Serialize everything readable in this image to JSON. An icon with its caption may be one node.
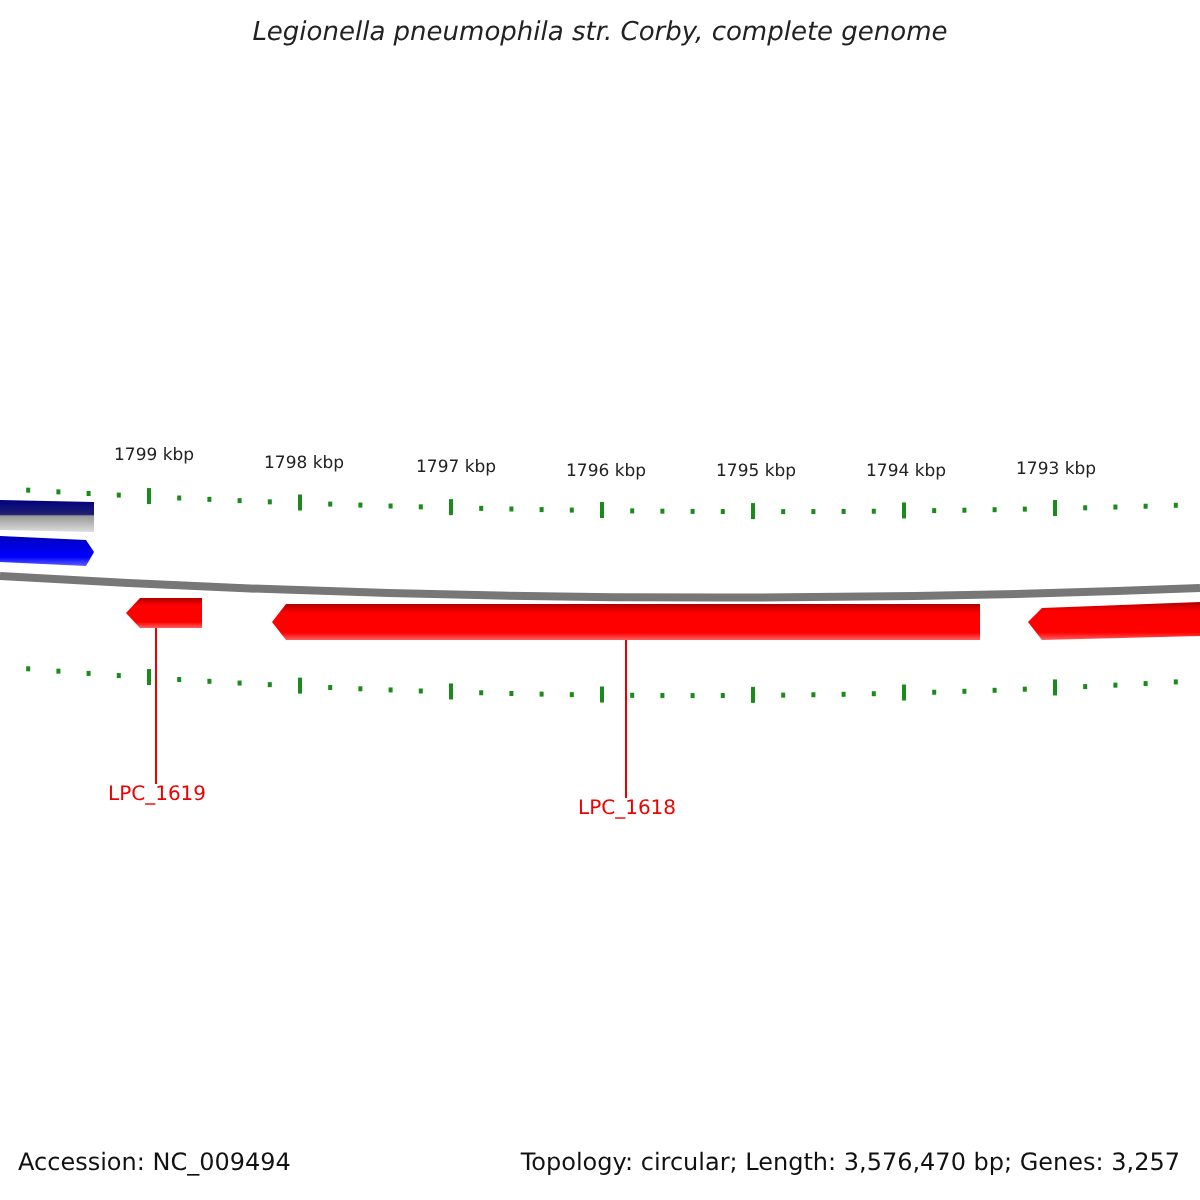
{
  "diagram": {
    "title": "Legionella pneumophila str. Corby, complete genome",
    "nodes": [
      {
        "text": [],
        "shape": "arrow"
      },
      {
        "text": [],
        "shape": "arrow"
      },
      {
        "text": [
          "LPC_1619"
        ]
      },
      {
        "text": [
          "LPC_1618"
        ]
      }
    ],
    "edges": [
      {
        "from": 2,
        "to": 0,
        "arrow": "none"
      },
      {
        "from": 3,
        "to": 1,
        "arrow": "none"
      }
    ],
    "labels": [
      "1799 kbp",
      "1798 kbp",
      "1797 kbp",
      "1796 kbp",
      "1795 kbp",
      "1794 kbp",
      "1793 kbp",
      "Accession: NC_009494",
      "Topology: circular; Length: 3,576,470 bp; Genes: 3,257"
    ]
  }
}
